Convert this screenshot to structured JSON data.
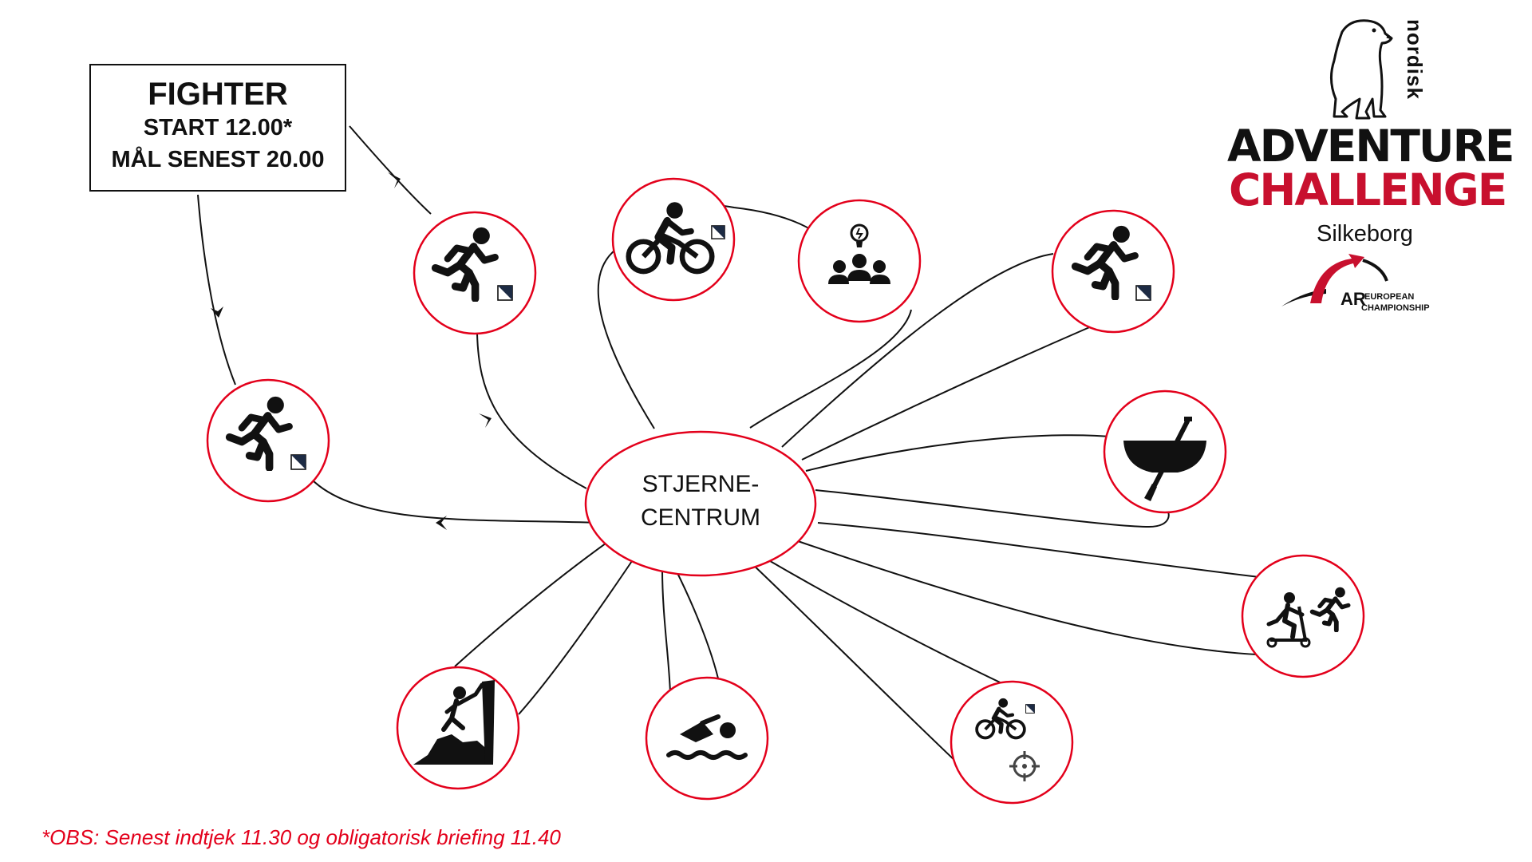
{
  "info_box": {
    "title": "FIGHTER",
    "start": "START 12.00*",
    "finish": "MÅL SENEST 20.00"
  },
  "hub": {
    "line1": "STJERNE-",
    "line2": "CENTRUM"
  },
  "note": "*OBS: Senest indtjek 11.30 og obligatorisk briefing 11.40",
  "logo": {
    "brand": "nordisk",
    "line1": "ADVENTURE",
    "line2": "CHALLENGE",
    "city": "Silkeborg",
    "ar_badge": "AR",
    "ar_line1": "EUROPEAN",
    "ar_line2": "CHAMPIONSHIP"
  },
  "colors": {
    "node_border": "#e3001b",
    "note_text": "#e3001b",
    "logo_red": "#c8102e",
    "icon": "#111111"
  },
  "stations": [
    {
      "id": "run-orienteering-top",
      "icon": "runner-orienteering-icon"
    },
    {
      "id": "run-orienteering-left",
      "icon": "runner-orienteering-icon"
    },
    {
      "id": "bike-orienteering",
      "icon": "cyclist-orienteering-icon"
    },
    {
      "id": "team-task",
      "icon": "team-idea-icon"
    },
    {
      "id": "run-orienteering-right",
      "icon": "runner-orienteering-icon"
    },
    {
      "id": "canoe",
      "icon": "canoe-paddle-icon"
    },
    {
      "id": "scooter-run",
      "icon": "scooter-runner-icon"
    },
    {
      "id": "bike-shooting",
      "icon": "cyclist-target-icon"
    },
    {
      "id": "swim",
      "icon": "swimmer-icon"
    },
    {
      "id": "climb",
      "icon": "climber-icon"
    }
  ]
}
